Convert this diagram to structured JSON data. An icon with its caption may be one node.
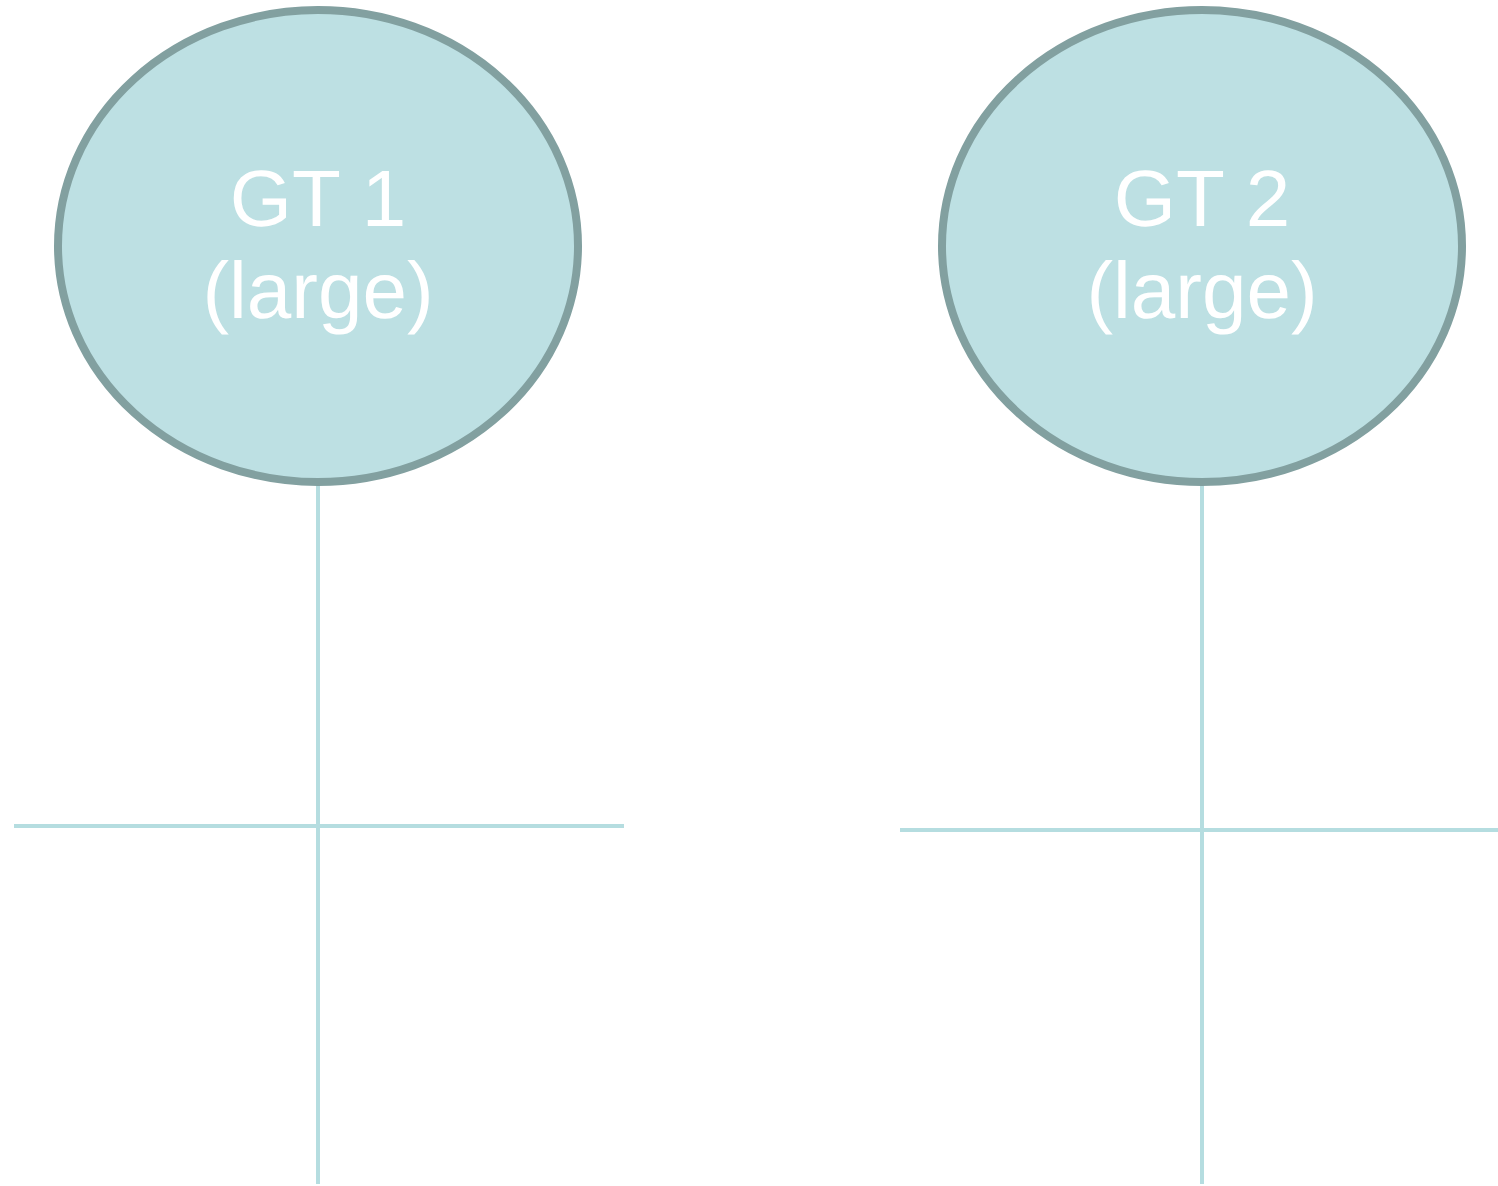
{
  "diagram": {
    "nodes": [
      {
        "text": [
          "GT 1 (large)"
        ]
      },
      {
        "text": [
          "GT 2 (large)"
        ]
      }
    ],
    "edges": [
      {
        "from": 0,
        "to": null,
        "arrow": "none"
      },
      {
        "from": 1,
        "to": null,
        "arrow": "none"
      }
    ]
  }
}
